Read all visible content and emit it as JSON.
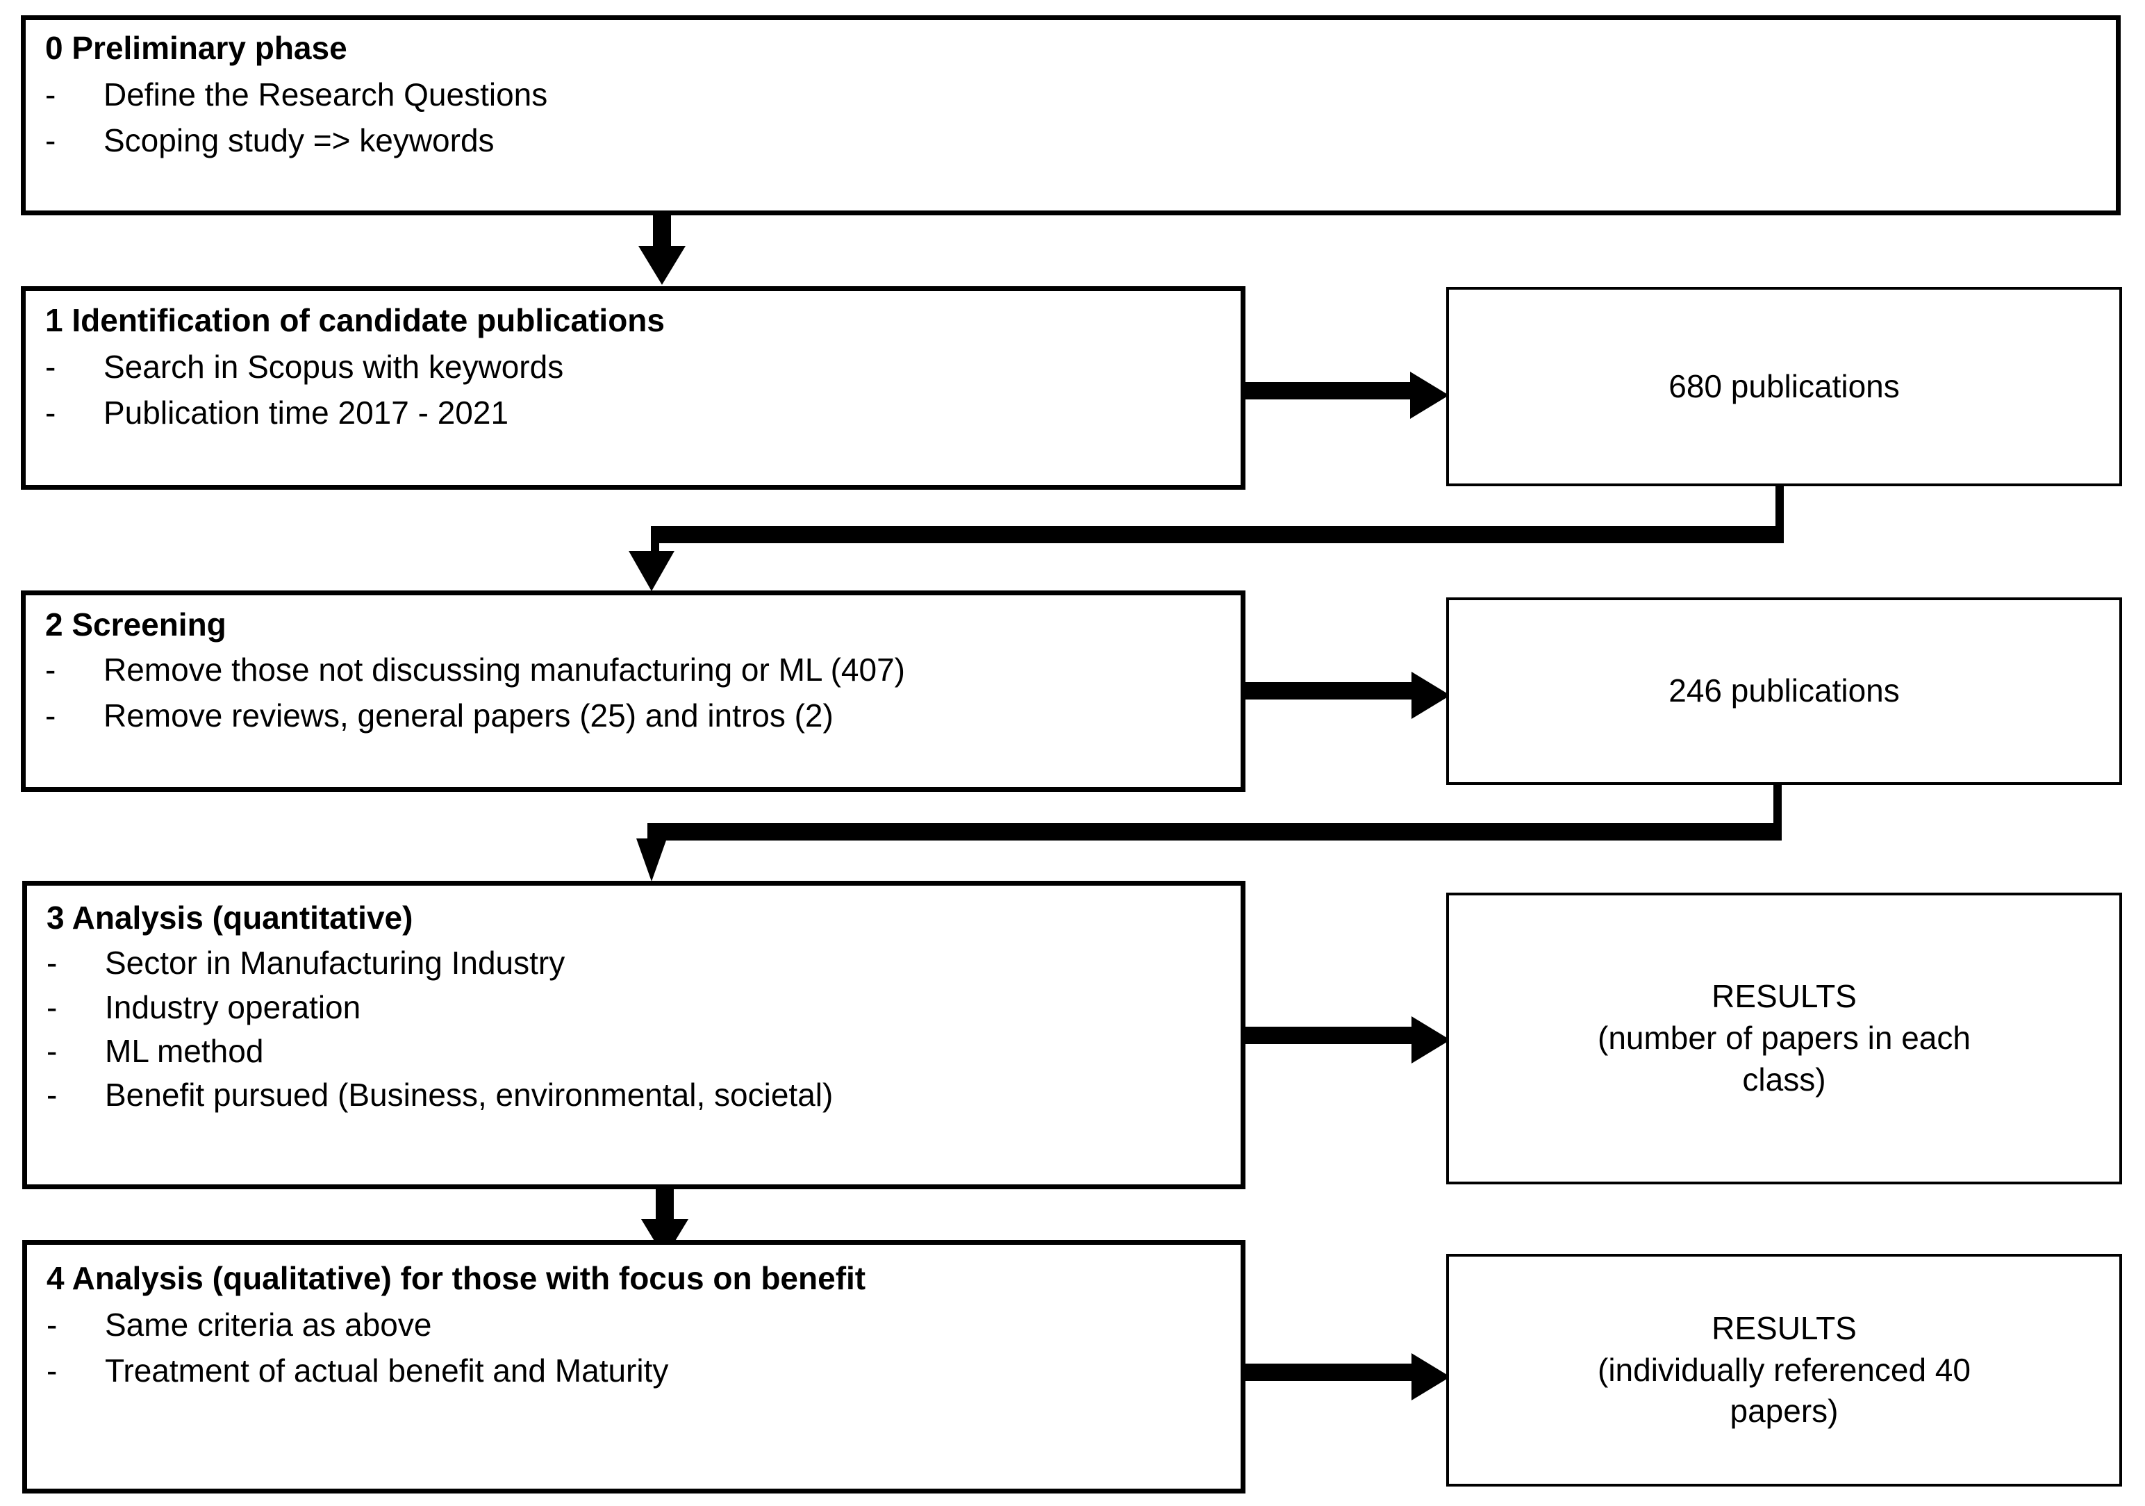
{
  "diagram": {
    "title": "Literature review methodology flowchart",
    "stroke_color": "#000000",
    "background_color": "#ffffff"
  },
  "phases": [
    {
      "id": "phase-0",
      "title": "0 Preliminary phase",
      "bullet_marker": "-",
      "bullets": [
        "Define the Research Questions",
        "Scoping study => keywords"
      ]
    },
    {
      "id": "phase-1",
      "title": "1 Identification of candidate publications",
      "bullet_marker": "-",
      "bullets": [
        "Search in Scopus with keywords",
        "Publication time 2017 - 2021"
      ]
    },
    {
      "id": "phase-2",
      "title": "2 Screening",
      "bullet_marker": "-",
      "bullets": [
        "Remove those not discussing manufacturing or ML (407)",
        "Remove reviews, general papers (25) and intros (2)"
      ]
    },
    {
      "id": "phase-3",
      "title": "3 Analysis (quantitative)",
      "bullet_marker": "-",
      "bullets": [
        "Sector in Manufacturing Industry",
        "Industry operation",
        "ML method",
        "Benefit pursued (Business, environmental, societal)"
      ]
    },
    {
      "id": "phase-4",
      "title": "4 Analysis (qualitative) for those with focus on benefit",
      "bullet_marker": "-",
      "bullets": [
        "Same criteria as above",
        "Treatment of actual benefit and Maturity"
      ]
    }
  ],
  "outputs": [
    {
      "id": "output-1",
      "lines": [
        "680 publications"
      ]
    },
    {
      "id": "output-2",
      "lines": [
        "246 publications"
      ]
    },
    {
      "id": "output-3",
      "lines": [
        "RESULTS",
        "(number of papers in each",
        "class)"
      ]
    },
    {
      "id": "output-4",
      "lines": [
        "RESULTS",
        "(individually referenced 40",
        "papers)"
      ]
    }
  ],
  "connectors": [
    {
      "id": "c0",
      "from": "phase-0",
      "to": "phase-1",
      "type": "vertical-arrow"
    },
    {
      "id": "c1",
      "from": "phase-1",
      "to": "output-1",
      "type": "horizontal-arrow"
    },
    {
      "id": "c2",
      "from": "output-1",
      "to": "phase-2",
      "type": "elbow-arrow"
    },
    {
      "id": "c3",
      "from": "phase-2",
      "to": "output-2",
      "type": "horizontal-arrow"
    },
    {
      "id": "c4",
      "from": "output-2",
      "to": "phase-3",
      "type": "elbow-arrow"
    },
    {
      "id": "c5",
      "from": "phase-3",
      "to": "output-3",
      "type": "horizontal-arrow"
    },
    {
      "id": "c6",
      "from": "phase-3",
      "to": "phase-4",
      "type": "vertical-arrow"
    },
    {
      "id": "c7",
      "from": "phase-4",
      "to": "output-4",
      "type": "horizontal-arrow"
    }
  ]
}
